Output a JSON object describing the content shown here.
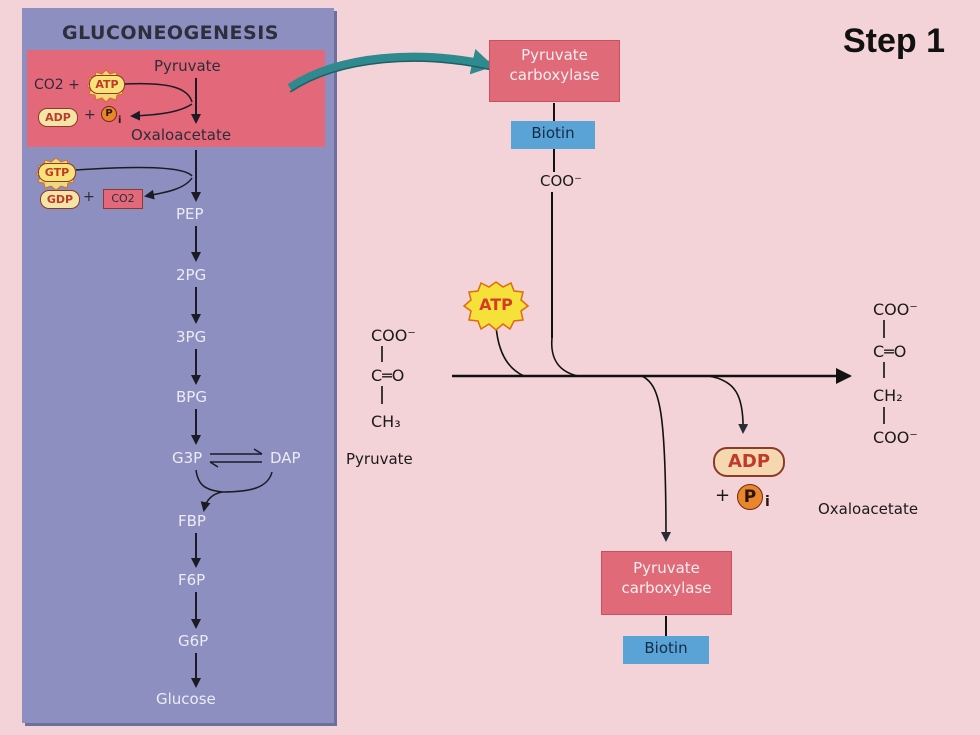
{
  "header": {
    "title": "GLUCONEOGENESIS",
    "step": "Step 1"
  },
  "pathway": {
    "pyruvate": "Pyruvate",
    "co2_plus": "CO2 +",
    "atp": "ATP",
    "adp": "ADP",
    "plus": "+",
    "pi": "P",
    "pi_sub": "i",
    "oxaloacetate": "Oxaloacetate",
    "gtp": "GTP",
    "gdp": "GDP",
    "co2": "CO2",
    "steps": [
      "PEP",
      "2PG",
      "3PG",
      "BPG",
      "G3P",
      "DAP",
      "FBP",
      "F6P",
      "G6P",
      "Glucose"
    ]
  },
  "reaction": {
    "enzyme": "Pyruvate carboxylase",
    "cofactor": "Biotin",
    "carboxyl": "COO⁻",
    "atp": "ATP",
    "adp": "ADP",
    "pi": "P",
    "pi_sub": "i",
    "substrate": {
      "lines": [
        "COO⁻",
        "C═O",
        "CH₃"
      ],
      "name": "Pyruvate"
    },
    "product": {
      "lines": [
        "COO⁻",
        "C═O",
        "CH₂",
        "COO⁻"
      ],
      "name": "Oxaloacetate"
    }
  },
  "colors": {
    "panel": "#8c8fbf",
    "background": "#f3d3d8",
    "enzyme": "#e06a78",
    "biotin": "#5aa3d6",
    "arrow_teal": "#2f8a8f"
  }
}
